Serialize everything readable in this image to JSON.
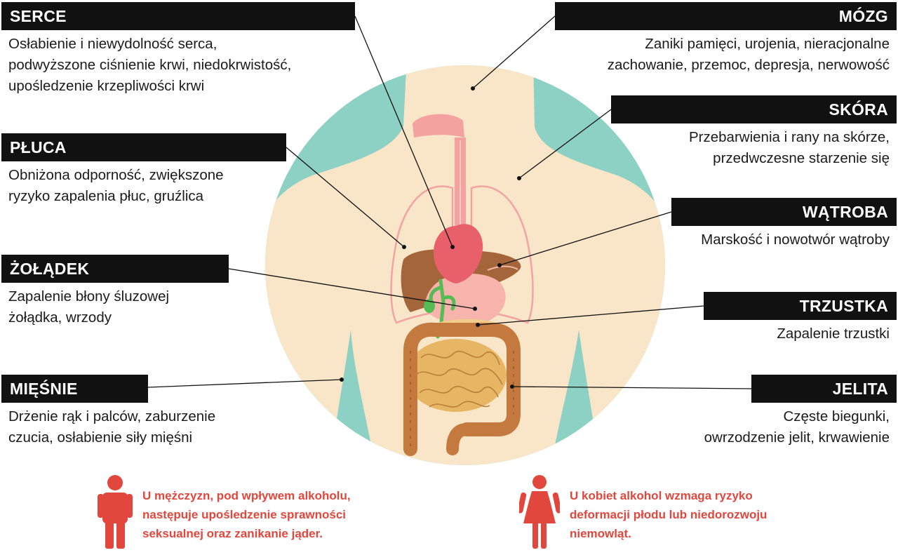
{
  "colors": {
    "circle": "#8dd0c4",
    "body": "#f9e6c8",
    "organ_outline": "#f2a3a3",
    "heart": "#e8606a",
    "liver": "#a5653a",
    "stomach": "#f6b4ac",
    "gallbladder": "#55bb55",
    "intestine": "#d9a455",
    "colon": "#c47a3f",
    "label_bg": "#111111",
    "note_red": "#e2473d",
    "leader": "#111111"
  },
  "labels": {
    "serce": {
      "title": "SERCE",
      "desc": "Osłabienie i niewydolność serca,\npodwyższone ciśnienie krwi, niedokrwistość,\nupośledzenie krzepliwości krwi"
    },
    "pluca": {
      "title": "PŁUCA",
      "desc": "Obniżona odporność, zwiększone\nryzyko zapalenia płuc, gruźlica"
    },
    "zoladek": {
      "title": "ŻOŁĄDEK",
      "desc": "Zapalenie błony śluzowej\nżołądka, wrzody"
    },
    "miesnie": {
      "title": "MIĘŚNIE",
      "desc": "Drżenie rąk i palców, zaburzenie\nczucia, osłabienie siły mięśni"
    },
    "mozg": {
      "title": "MÓZG",
      "desc": "Zaniki pamięci, urojenia, nieracjonalne\nzachowanie, przemoc, depresja, nerwowość"
    },
    "skora": {
      "title": "SKÓRA",
      "desc": "Przebarwienia i rany na skórze,\nprzedwczesne starzenie się"
    },
    "watroba": {
      "title": "WĄTROBA",
      "desc": "Marskość i nowotwór wątroby"
    },
    "trzustka": {
      "title": "TRZUSTKA",
      "desc": "Zapalenie trzustki"
    },
    "jelita": {
      "title": "JELITA",
      "desc": "Częste biegunki,\nowrzodzenie jelit, krwawienie"
    }
  },
  "notes": {
    "men": "U mężczyzn, pod wpływem alkoholu,\nnastępuje upośledzenie sprawności\nseksualnej oraz zanikanie jąder.",
    "women": "U kobiet alkohol wzmaga ryzyko\ndeformacji płodu lub niedorozwoju\nniemowląt."
  },
  "icons": {
    "male": "male-figure-icon",
    "female": "female-figure-icon"
  }
}
